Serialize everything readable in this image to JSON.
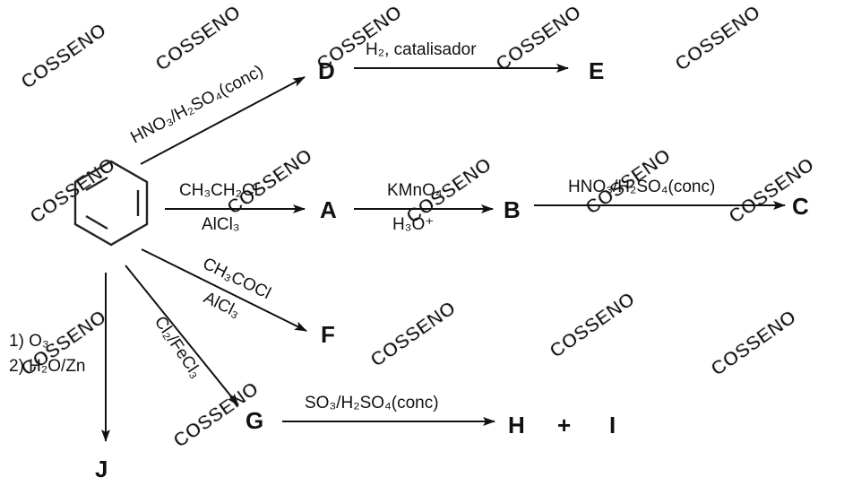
{
  "compounds": {
    "A": "A",
    "B": "B",
    "C": "C",
    "D": "D",
    "E": "E",
    "F": "F",
    "G": "G",
    "H": "H",
    "I": "I",
    "J": "J"
  },
  "plus": "+",
  "reagents": {
    "to_E_top": "H₂, catalisador",
    "to_A_top": "CH₃CH₂Cl",
    "to_A_bottom": "AlCl₃",
    "to_B_top": "KMnO₄",
    "to_B_bottom": "H₃O⁺",
    "to_C_top": "HNO₃/H₂SO₄(conc)",
    "to_D": "HNO₃/H₂SO₄(conc)",
    "to_F_top": "CH₃COCl",
    "to_F_bottom": "AlCl₃",
    "to_G": "Cl₂/FeCl₃",
    "to_H_top": "SO₃/H₂SO₄(conc)",
    "to_J_line1": "1) O₃",
    "to_J_line2": "2) H₂O/Zn"
  },
  "watermark": "COSSENO",
  "colors": {
    "ink": "#111111",
    "watermark": "#ececec",
    "background": "#ffffff"
  }
}
